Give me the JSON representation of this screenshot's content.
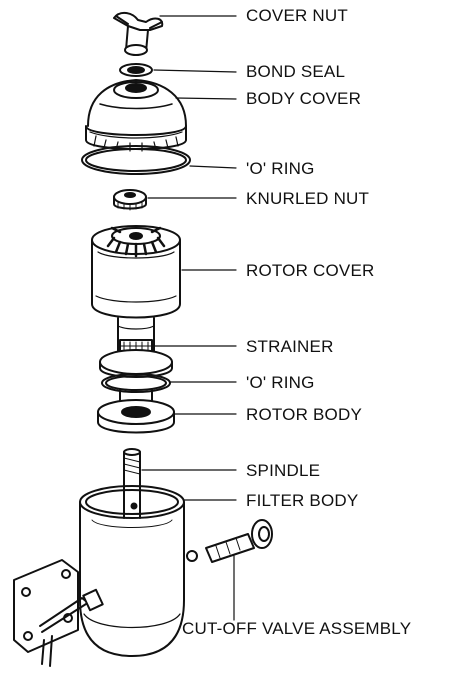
{
  "diagram": {
    "labels": [
      {
        "id": "cover-nut",
        "text": "COVER NUT"
      },
      {
        "id": "bond-seal",
        "text": "BOND SEAL"
      },
      {
        "id": "body-cover",
        "text": "BODY COVER"
      },
      {
        "id": "o-ring-upper",
        "text": "'O' RING"
      },
      {
        "id": "knurled-nut",
        "text": "KNURLED NUT"
      },
      {
        "id": "rotor-cover",
        "text": "ROTOR COVER"
      },
      {
        "id": "strainer",
        "text": "STRAINER"
      },
      {
        "id": "o-ring-lower",
        "text": "'O' RING"
      },
      {
        "id": "rotor-body",
        "text": "ROTOR BODY"
      },
      {
        "id": "spindle",
        "text": "SPINDLE"
      },
      {
        "id": "filter-body",
        "text": "FILTER BODY"
      },
      {
        "id": "cut-off-valve-assembly",
        "text": "CUT-OFF VALVE ASSEMBLY"
      }
    ]
  }
}
